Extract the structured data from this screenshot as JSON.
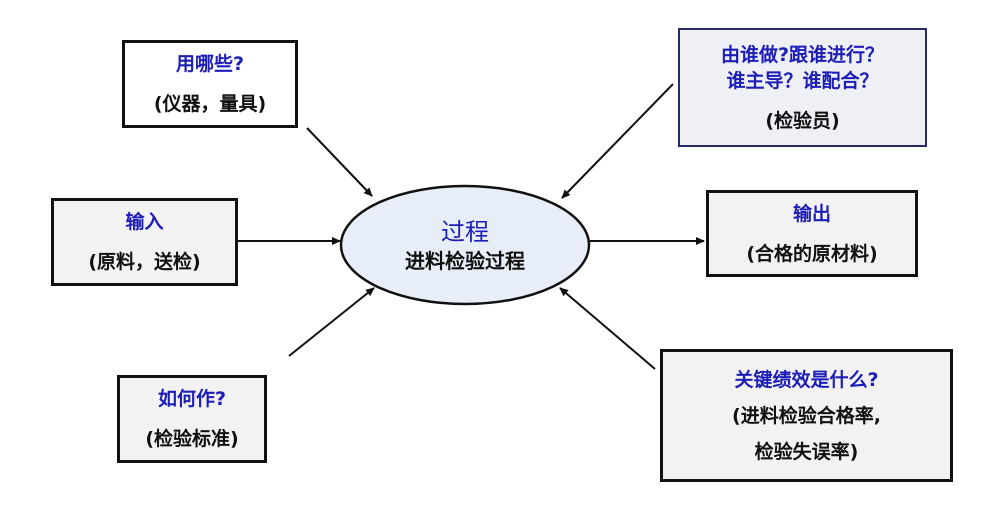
{
  "diagram": {
    "type": "process-turtle-diagram",
    "center": {
      "title": "过程",
      "subtitle": "进料检验过程"
    },
    "nodes": {
      "tools": {
        "title": "用哪些?",
        "lines": [
          "(仪器，量具)"
        ]
      },
      "who": {
        "title_lines": [
          "由谁做?跟谁进行？",
          "谁主导？谁配合？"
        ],
        "lines": [
          "(检验员)"
        ]
      },
      "input": {
        "title": "输入",
        "lines": [
          "(原料，送检)"
        ]
      },
      "output": {
        "title": "输出",
        "lines": [
          "(合格的原材料)"
        ]
      },
      "how": {
        "title": "如何作?",
        "lines": [
          "(检验标准)"
        ]
      },
      "kpi": {
        "title": "关键绩效是什么?",
        "lines": [
          "(进料检验合格率,",
          "检验失误率)"
        ]
      }
    },
    "edges": [
      {
        "from": "tools",
        "to": "center"
      },
      {
        "from": "who",
        "to": "center"
      },
      {
        "from": "input",
        "to": "center"
      },
      {
        "from": "center",
        "to": "output"
      },
      {
        "from": "how",
        "to": "center"
      },
      {
        "from": "kpi",
        "to": "center"
      }
    ],
    "colors": {
      "title_text": "#1d1db8",
      "body_text": "#111111",
      "ellipse_fill": "#e8eef8",
      "box_fill": "#f2f2f2",
      "who_border": "#2a2a6a"
    }
  }
}
